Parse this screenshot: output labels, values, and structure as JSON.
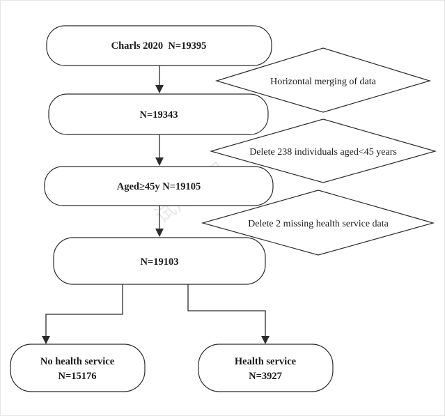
{
  "flowchart": {
    "steps": [
      {
        "label": "Charls 2020  N=19395"
      },
      {
        "label": "N=19343"
      },
      {
        "label": "Aged≥45y N=19105"
      },
      {
        "label": "N=19103"
      }
    ],
    "notes": [
      {
        "label": "Horizontal merging of data"
      },
      {
        "label": "Delete 238 individuals aged<45 years"
      },
      {
        "label": "Delete 2 missing health service data"
      }
    ],
    "outcomes": [
      {
        "title": "No health service",
        "count": "N=15176"
      },
      {
        "title": "Health service",
        "count": "N=3927"
      }
    ]
  },
  "watermark": {
    "text": "试用水印"
  }
}
